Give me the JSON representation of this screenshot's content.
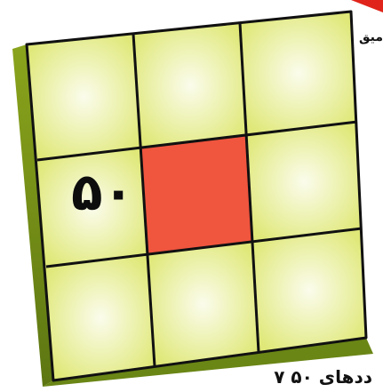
{
  "texts": {
    "corner_label": "میق",
    "bottom_label": "ددهای ۵۰ ۷",
    "cell_value": "۵۰"
  },
  "colors": {
    "cell_fill": "#dfe878",
    "cell_highlight": "#f7f9d6",
    "center_cell": "#f0553e",
    "board_side": "#7b9518",
    "board_side_dark": "#5d7612",
    "grid_line": "#111111",
    "accent_red": "#e0241b"
  },
  "grid": {
    "rows": 3,
    "columns": 3,
    "highlighted_cell": "center",
    "number_cell": "middle-left"
  }
}
